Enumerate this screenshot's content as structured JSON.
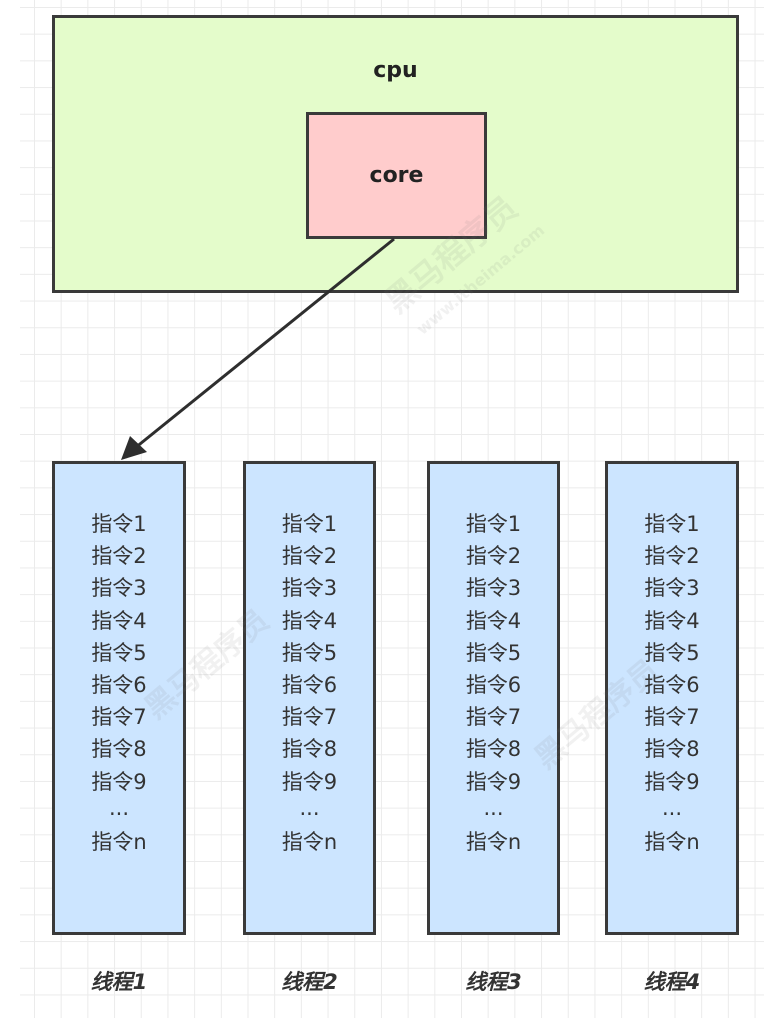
{
  "diagram": {
    "cpu": {
      "label": "cpu",
      "color": "#e4fccb"
    },
    "core": {
      "label": "core",
      "color": "#ffcccc"
    },
    "arrow": {
      "from": "core",
      "to": "thread-1"
    },
    "thread_color": "#cce5ff",
    "threads": [
      {
        "label": "线程1",
        "instructions": [
          "指令1",
          "指令2",
          "指令3",
          "指令4",
          "指令5",
          "指令6",
          "指令7",
          "指令8",
          "指令9",
          "...",
          "指令n"
        ]
      },
      {
        "label": "线程2",
        "instructions": [
          "指令1",
          "指令2",
          "指令3",
          "指令4",
          "指令5",
          "指令6",
          "指令7",
          "指令8",
          "指令9",
          "...",
          "指令n"
        ]
      },
      {
        "label": "线程3",
        "instructions": [
          "指令1",
          "指令2",
          "指令3",
          "指令4",
          "指令5",
          "指令6",
          "指令7",
          "指令8",
          "指令9",
          "...",
          "指令n"
        ]
      },
      {
        "label": "线程4",
        "instructions": [
          "指令1",
          "指令2",
          "指令3",
          "指令4",
          "指令5",
          "指令6",
          "指令7",
          "指令8",
          "指令9",
          "...",
          "指令n"
        ]
      }
    ],
    "watermark": {
      "text": "黑马程序员",
      "subtext": "www.itheima.com"
    }
  }
}
